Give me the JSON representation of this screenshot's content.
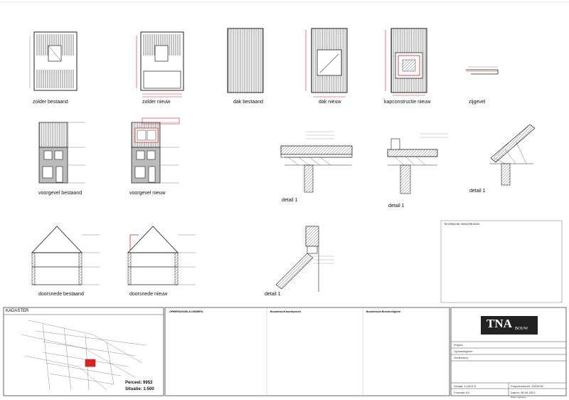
{
  "views": {
    "zolder_bestaand": "zolder bestaand",
    "zolder_nieuw": "zolder nieuw",
    "dak_bestaand": "dak bestaand",
    "dak_nieuw": "dak nieuw",
    "kapconstructie_nieuw": "kapconstructie nieuw",
    "zijgevel": "zijgevel",
    "voorgevel_bestaand": "voorgevel bestaand",
    "voorgevel_nieuw": "voorgevel nieuw",
    "detail_a": "detail 1",
    "detail_b": "detail 1",
    "detail_c": "detail 1",
    "detail_d": "detail 1",
    "doorsnede_bestaand": "doorsnede bestaand",
    "doorsnede_nieuw": "doorsnede nieuw"
  },
  "kadaster": {
    "title": "KADASTER",
    "perceel": "Perceel: 9953",
    "situatie": "Situatie: 1:500"
  },
  "titleblock": {
    "logo": "TNA",
    "logo_sub": "BOUW",
    "project_label": "Project:",
    "opdrachtgever_label": "Opdrachtgever:",
    "onderwerp_label": "Onderwerp:",
    "schaal": "Schaal: 1:100/1:5",
    "formaat": "Formaat: A3",
    "projectnummer": "Projectnummer: 2023/032",
    "datum": "Datum: 08-05-2023",
    "datum_wijziging": "Datum wijziging: -"
  },
  "notes": {
    "col1_title": "OPMERKINGEN ALGEMEEN",
    "col2_title": "Bouwbesluit bouwfysisch",
    "col3_title": "Bouwbesluit Brandveiligheid",
    "tech_title": "TECHNISCHE OMSCHRIJVING"
  }
}
